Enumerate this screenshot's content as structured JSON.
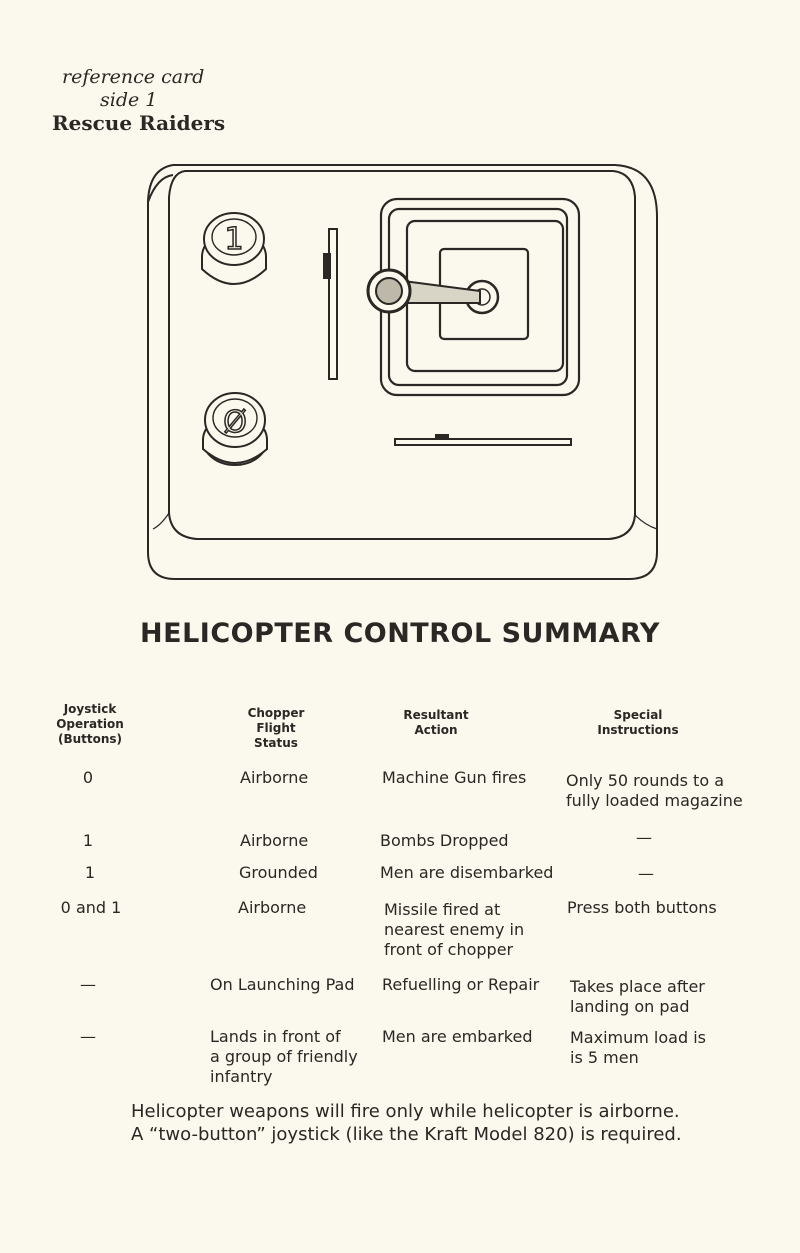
{
  "header": {
    "line1": "reference card",
    "line2": "side 1",
    "line3": "Rescue Raiders"
  },
  "illustration": {
    "button_top_label": "1",
    "button_bottom_label": "Ø"
  },
  "summary": {
    "title": "HELICOPTER CONTROL SUMMARY",
    "columns": [
      [
        "Joystick",
        "Operation",
        "(Buttons)"
      ],
      [
        "Chopper",
        "Flight",
        "Status"
      ],
      [
        "Resultant",
        "Action"
      ],
      [
        "Special",
        "Instructions"
      ]
    ],
    "rows": [
      {
        "operation": "0",
        "status": [
          "Airborne"
        ],
        "action": [
          "Machine Gun fires"
        ],
        "instructions": [
          "Only 50 rounds to a",
          "fully loaded magazine"
        ]
      },
      {
        "operation": "1",
        "status": [
          "Airborne"
        ],
        "action": [
          "Bombs Dropped"
        ],
        "instructions": [
          "—"
        ]
      },
      {
        "operation": "1",
        "status": [
          "Grounded"
        ],
        "action": [
          "Men are disembarked"
        ],
        "instructions": [
          "—"
        ]
      },
      {
        "operation": "0 and 1",
        "status": [
          "Airborne"
        ],
        "action": [
          "Missile fired at",
          "nearest enemy in",
          "front of chopper"
        ],
        "instructions": [
          "Press both buttons"
        ]
      },
      {
        "operation": "—",
        "status": [
          "On Launching Pad"
        ],
        "action": [
          "Refuelling or Repair"
        ],
        "instructions": [
          "Takes place after",
          "landing on pad"
        ]
      },
      {
        "operation": "—",
        "status": [
          "Lands in front of",
          "a group of friendly",
          "infantry"
        ],
        "action": [
          "Men are embarked"
        ],
        "instructions": [
          "Maximum load is",
          "is 5 men"
        ]
      }
    ]
  },
  "footer": {
    "line1": "Helicopter weapons will fire only while helicopter is airborne.",
    "line2": "A “two-button” joystick (like the Kraft Model 820) is required."
  },
  "colors": {
    "paper": "#fbf9ee",
    "ink": "#2a2724"
  }
}
